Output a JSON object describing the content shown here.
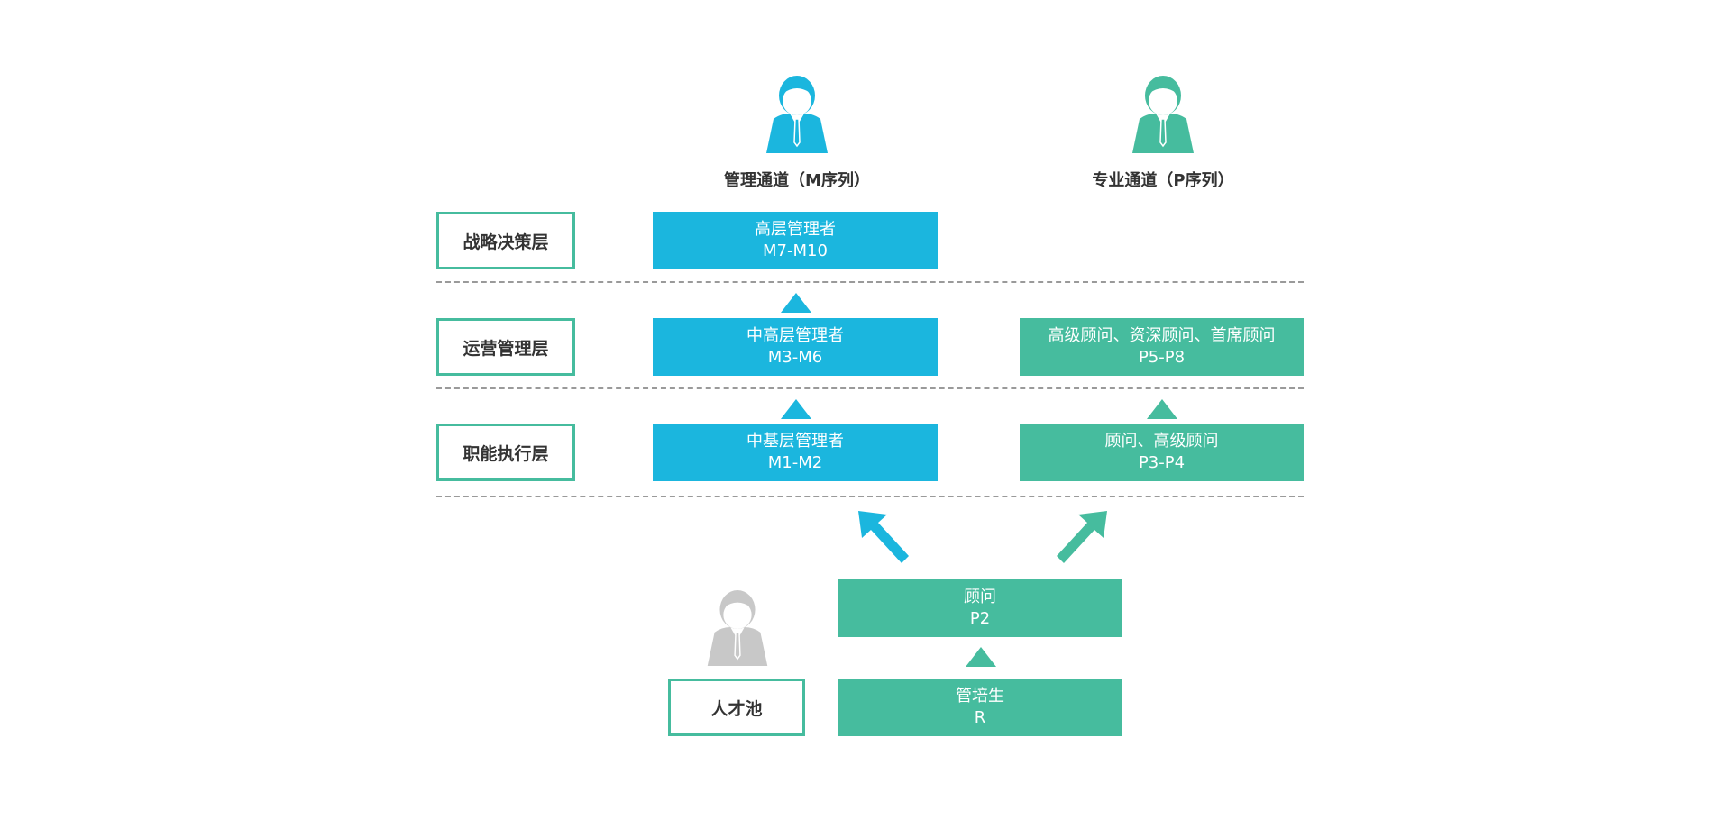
{
  "colors": {
    "management": "#1bb6de",
    "professional": "#46bc9e",
    "talent_pool": "#c8c8c8",
    "label_border": "#46bc9e",
    "divider": "#9a9a9a",
    "text_dark": "#333333"
  },
  "channels": {
    "management": {
      "title": "管理通道（M序列）",
      "icon": "person-icon"
    },
    "professional": {
      "title": "专业通道（P序列）",
      "icon": "person-icon"
    }
  },
  "levels": [
    {
      "label": "战略决策层"
    },
    {
      "label": "运营管理层"
    },
    {
      "label": "职能执行层"
    }
  ],
  "management_boxes": [
    {
      "name": "高层管理者",
      "code": "M7-M10"
    },
    {
      "name": "中高层管理者",
      "code": "M3-M6"
    },
    {
      "name": "中基层管理者",
      "code": "M1-M2"
    }
  ],
  "professional_boxes": [
    {
      "name": "高级顾问、资深顾问、首席顾问",
      "code": "P5-P8"
    },
    {
      "name": "顾问、高级顾问",
      "code": "P3-P4"
    }
  ],
  "entry_boxes": [
    {
      "name": "顾问",
      "code": "P2"
    },
    {
      "name": "管培生",
      "code": "R"
    }
  ],
  "talent_pool": {
    "label": "人才池",
    "icon": "person-icon"
  }
}
